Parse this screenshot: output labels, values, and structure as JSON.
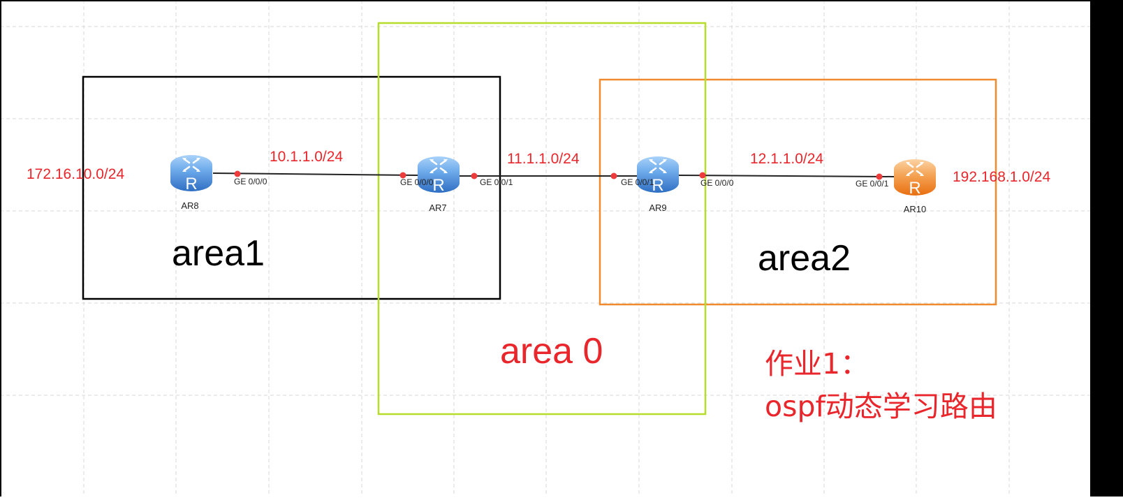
{
  "colors": {
    "grid": "#d7d7d7",
    "link": "#222222",
    "port_dot": "#ee3b3b",
    "label_red": "#e8262b",
    "area1_border": "#000000",
    "area0_border": "#b6dd2a",
    "area2_border": "#f08a2c",
    "router_blue": "#3d86d9",
    "router_orange": "#f2821f"
  },
  "areas": {
    "area1": {
      "label": "area1"
    },
    "area0": {
      "label": "area 0"
    },
    "area2": {
      "label": "area2"
    }
  },
  "routers": [
    {
      "id": "AR8",
      "label": "AR8",
      "color": "blue",
      "icon": "router-icon"
    },
    {
      "id": "AR7",
      "label": "AR7",
      "color": "blue",
      "icon": "router-icon"
    },
    {
      "id": "AR9",
      "label": "AR9",
      "color": "blue",
      "icon": "router-icon"
    },
    {
      "id": "AR10",
      "label": "AR10",
      "color": "orange",
      "icon": "router-icon"
    }
  ],
  "ports": {
    "ar8_ge000": "GE 0/0/0",
    "ar7_ge000": "GE 0/0/0",
    "ar7_ge001": "GE 0/0/1",
    "ar9_ge001": "GE 0/0/1",
    "ar9_ge000": "GE 0/0/0",
    "ar10_ge001": "GE 0/0/1"
  },
  "networks": {
    "ar8_lan": "172.16.10.0/24",
    "link_ar8_ar7": "10.1.1.0/24",
    "link_ar7_ar9": "11.1.1.0/24",
    "link_ar9_ar10": "12.1.1.0/24",
    "ar10_lan": "192.168.1.0/24"
  },
  "homework": {
    "line1": "作业1：",
    "line2": "ospf动态学习路由"
  }
}
